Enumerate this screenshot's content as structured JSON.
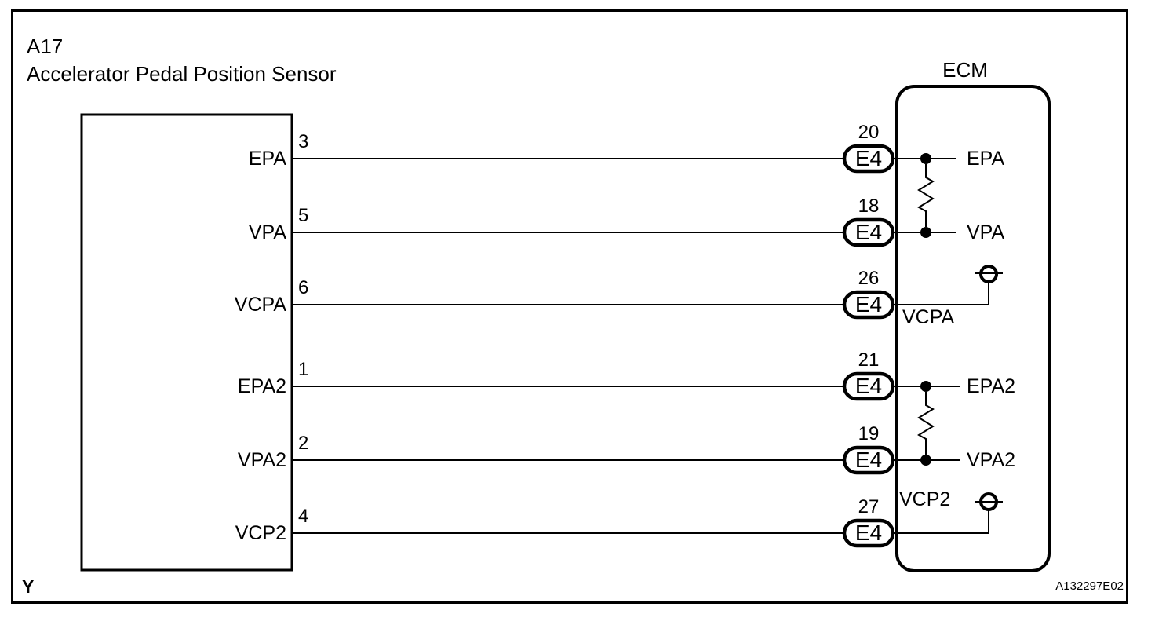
{
  "diagram": {
    "component_id": "A17",
    "component_name": "Accelerator Pedal Position Sensor",
    "ecm_title": "ECM",
    "footer_mark": "Y",
    "figure_code": "A132297E02",
    "colors": {
      "line": "#000000",
      "background": "#ffffff"
    }
  },
  "pins": [
    {
      "signal": "EPA",
      "sensor_pin": "3",
      "ecm_connector": "E4",
      "ecm_pin": "20",
      "ecm_signal": "EPA"
    },
    {
      "signal": "VPA",
      "sensor_pin": "5",
      "ecm_connector": "E4",
      "ecm_pin": "18",
      "ecm_signal": "VPA"
    },
    {
      "signal": "VCPA",
      "sensor_pin": "6",
      "ecm_connector": "E4",
      "ecm_pin": "26",
      "ecm_signal": "VCPA"
    },
    {
      "signal": "EPA2",
      "sensor_pin": "1",
      "ecm_connector": "E4",
      "ecm_pin": "21",
      "ecm_signal": "EPA2"
    },
    {
      "signal": "VPA2",
      "sensor_pin": "2",
      "ecm_connector": "E4",
      "ecm_pin": "19",
      "ecm_signal": "VPA2"
    },
    {
      "signal": "VCP2",
      "sensor_pin": "4",
      "ecm_connector": "E4",
      "ecm_pin": "27",
      "ecm_signal": "VCP2"
    }
  ]
}
